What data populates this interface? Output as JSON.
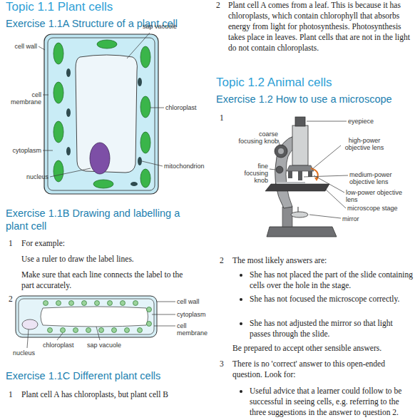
{
  "diagram": {
    "labels": [
      "Topic 1.1 Plant cells",
      "Exercise 1.1A Structure of a plant cell",
      "sap vacuole",
      "cell wall",
      "cell membrane",
      "chloroplast",
      "cytoplasm",
      "mitochondrion",
      "nucleus",
      "Exercise 1.1B Drawing and labelling a plant cell",
      "1",
      "For example:",
      "Use a ruler to draw the label lines.",
      "Make sure that each line connects the label to the part accurately.",
      "2",
      "cell wall",
      "cytoplasm",
      "cell membrane",
      "nucleus",
      "chloroplast",
      "sap vacuole",
      "Exercise 1.1C Different plant cells",
      "1",
      "Plant cell A has chloroplasts, but plant cell B",
      "2",
      "Plant cell A comes from a leaf. This is because it has chloroplasts, which contain chlorophyll that absorbs energy from light for photosynthesis. Photosynthesis takes place in leaves. Plant cells that are not in the light do not contain chloroplasts.",
      "Topic 1.2 Animal cells",
      "Exercise 1.2 How to use a microscope",
      "1",
      "eyepiece",
      "coarse focusing knob",
      "high-power objective lens",
      "fine focusing knob",
      "medium-power objective lens",
      "low-power objective lens",
      "microscope stage",
      "mirror",
      "2",
      "The most likely answers are:",
      "She has not placed the part of the slide containing cells over the hole in the stage.",
      "She has not focused the microscope correctly.",
      "She has not adjusted the mirror so that light passes through the slide.",
      "Be prepared to accept other sensible answers.",
      "3",
      "There is no 'correct' answer to this open-ended question. Look for:",
      "Useful advice that a learner could follow to be successful in seeing cells, e.g. referring to the three suggestions in the answer to question 2."
    ]
  }
}
